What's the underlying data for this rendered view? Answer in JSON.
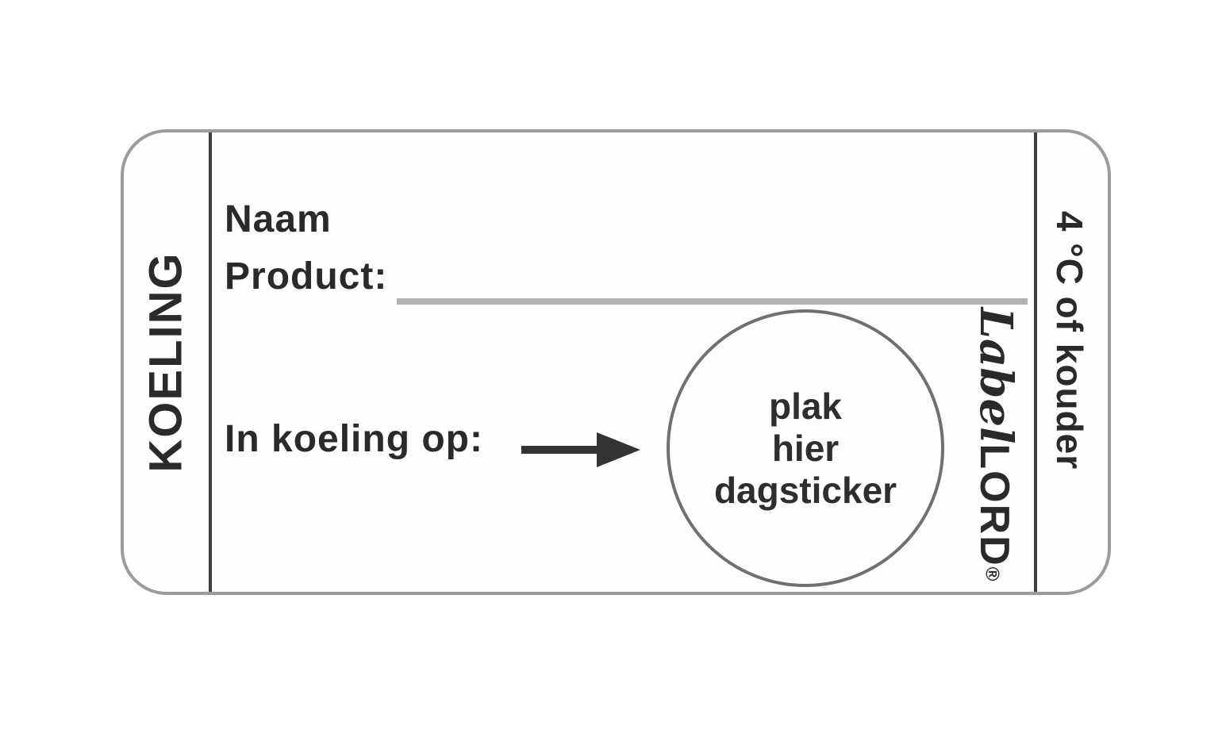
{
  "sticker": {
    "category": "KOELING",
    "product_field": {
      "line1": "Naam",
      "line2": "Product:"
    },
    "date_field_label": "In koeling op:",
    "circle": {
      "line1": "plak",
      "line2": "hier",
      "line3": "dagsticker"
    },
    "brand": {
      "script": "Label",
      "caps": "LORD",
      "registered": "®"
    },
    "temperature": "4 °C of kouder",
    "icons": {
      "arrow": "arrow-right-icon"
    },
    "colors": {
      "text": "#2a2a2a",
      "label_border": "#9b9b9b",
      "divider": "#3f3f3f",
      "blank_line": "#b2b2b2",
      "circle_border": "#707070"
    }
  }
}
